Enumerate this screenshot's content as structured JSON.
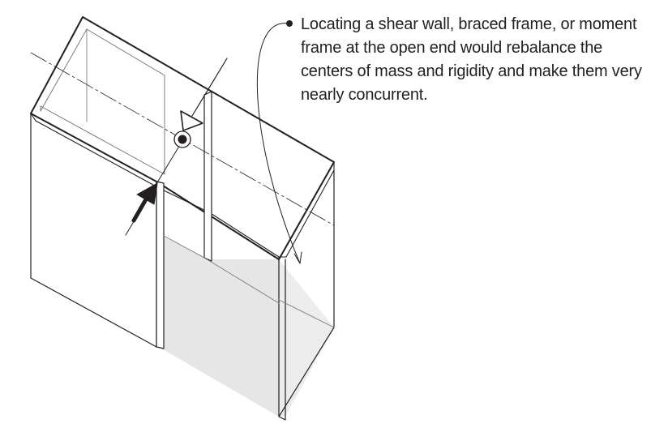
{
  "annotation": {
    "lines": [
      "Locating a shear wall, braced frame, or moment",
      "frame at the open end would rebalance the",
      "centers of mass and rigidity and make them very",
      "nearly concurrent."
    ]
  },
  "colors": {
    "ink": "#231f20",
    "open_end_fill": "#e6e6e6",
    "wall_fill": "#ffffff"
  }
}
